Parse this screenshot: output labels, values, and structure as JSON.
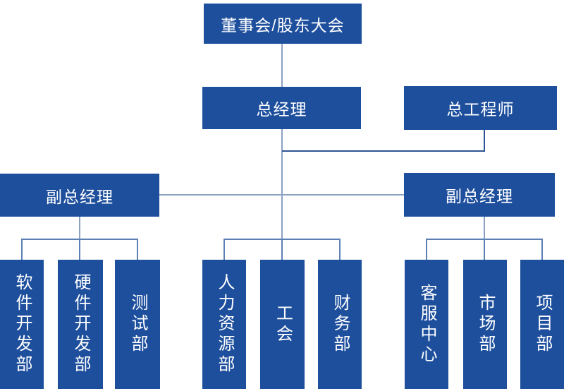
{
  "org_chart": {
    "type": "organization-chart",
    "colors": {
      "node_fill": "#1e4f9d",
      "node_text": "#ffffff",
      "connector_light": "#8ba1c2",
      "connector_dark": "#2e5597",
      "connector_branch": "#5d80b4"
    },
    "nodes": {
      "board": {
        "label": "董事会/股东大会"
      },
      "general_manager": {
        "label": "总经理"
      },
      "chief_engineer": {
        "label": "总工程师"
      },
      "deputy_gm_left": {
        "label": "副总经理"
      },
      "deputy_gm_right": {
        "label": "副总经理"
      }
    },
    "departments_left": [
      "软件开发部",
      "硬件开发部",
      "测试部"
    ],
    "departments_middle": [
      "人力资源部",
      "工会",
      "财务部"
    ],
    "departments_right": [
      "客服中心",
      "市场部",
      "项目部"
    ],
    "hierarchy": {
      "level1": "董事会/股东大会",
      "level2": [
        "总经理",
        "总工程师"
      ],
      "level3": [
        "副总经理",
        "副总经理"
      ],
      "level4_groups": [
        [
          "软件开发部",
          "硬件开发部",
          "测试部"
        ],
        [
          "人力资源部",
          "工会",
          "财务部"
        ],
        [
          "客服中心",
          "市场部",
          "项目部"
        ]
      ]
    }
  }
}
